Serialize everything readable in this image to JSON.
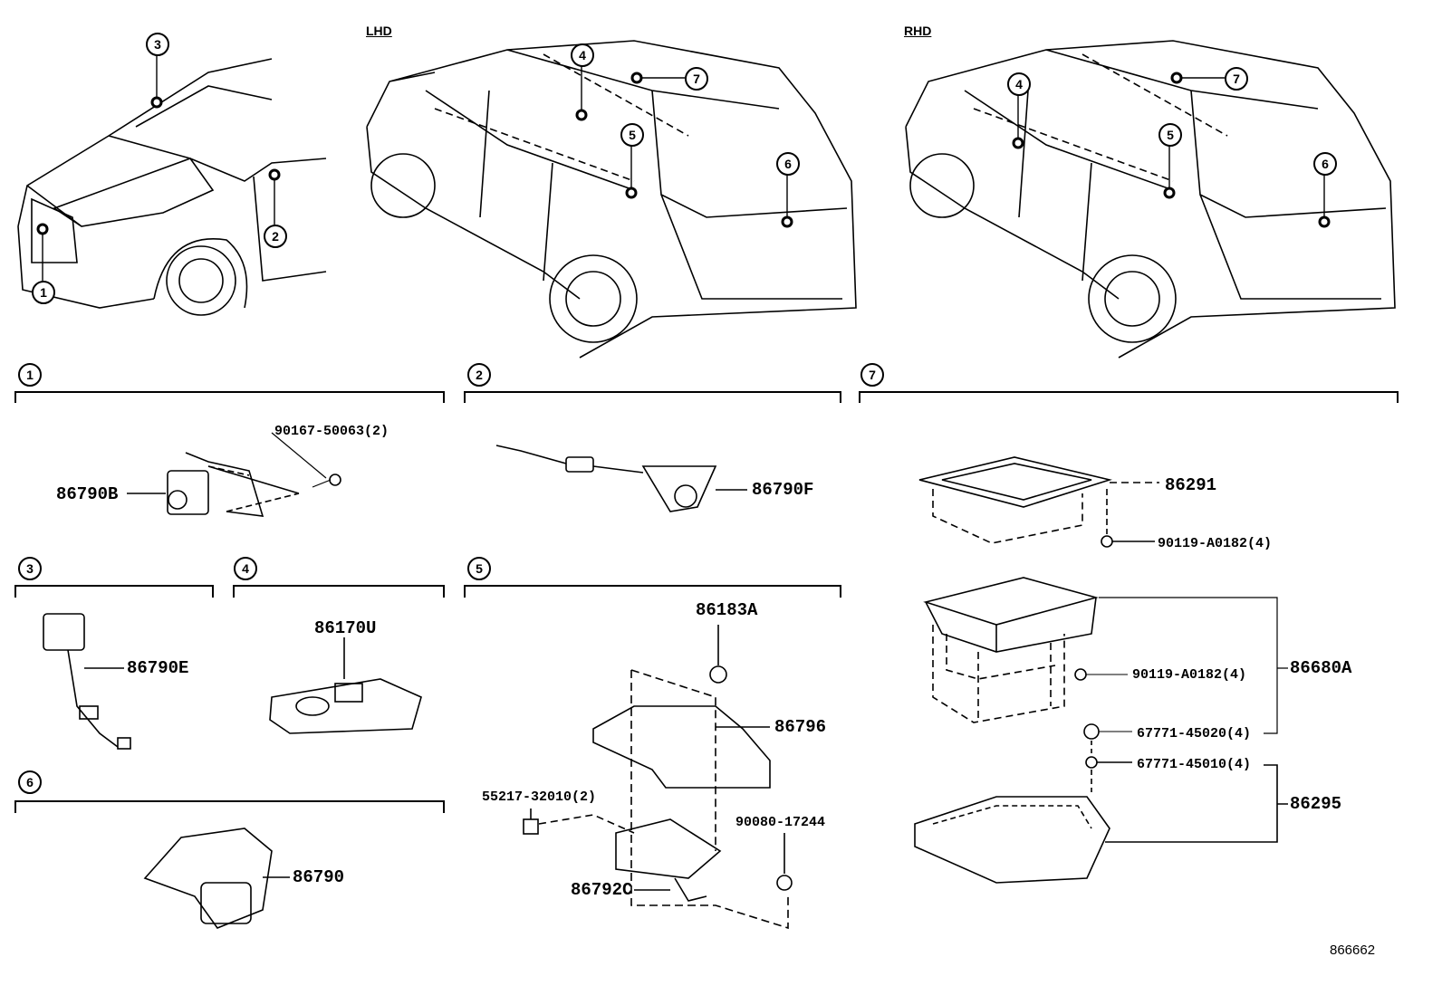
{
  "views": {
    "lhd": "LHD",
    "rhd": "RHD"
  },
  "callouts": [
    "1",
    "2",
    "3",
    "4",
    "5",
    "6",
    "7"
  ],
  "sections": {
    "s1": "1",
    "s2": "2",
    "s3": "3",
    "s4": "4",
    "s5": "5",
    "s6": "6",
    "s7": "7"
  },
  "parts": {
    "p90167": "90167-50063(2)",
    "p86790B": "86790B",
    "p86790F": "86790F",
    "p86291": "86291",
    "p90119a": "90119-A0182(4)",
    "p86183A": "86183A",
    "p86790E": "86790E",
    "p86170U": "86170U",
    "p86680A": "86680A",
    "p90119b": "90119-A0182(4)",
    "p86796": "86796",
    "p67771_45020": "67771-45020(4)",
    "p67771_45010": "67771-45010(4)",
    "p55217": "55217-32010(2)",
    "p86295": "86295",
    "p90080": "90080-17244",
    "p86790": "86790",
    "p86792C": "86792C"
  },
  "diagram_id": "866662"
}
